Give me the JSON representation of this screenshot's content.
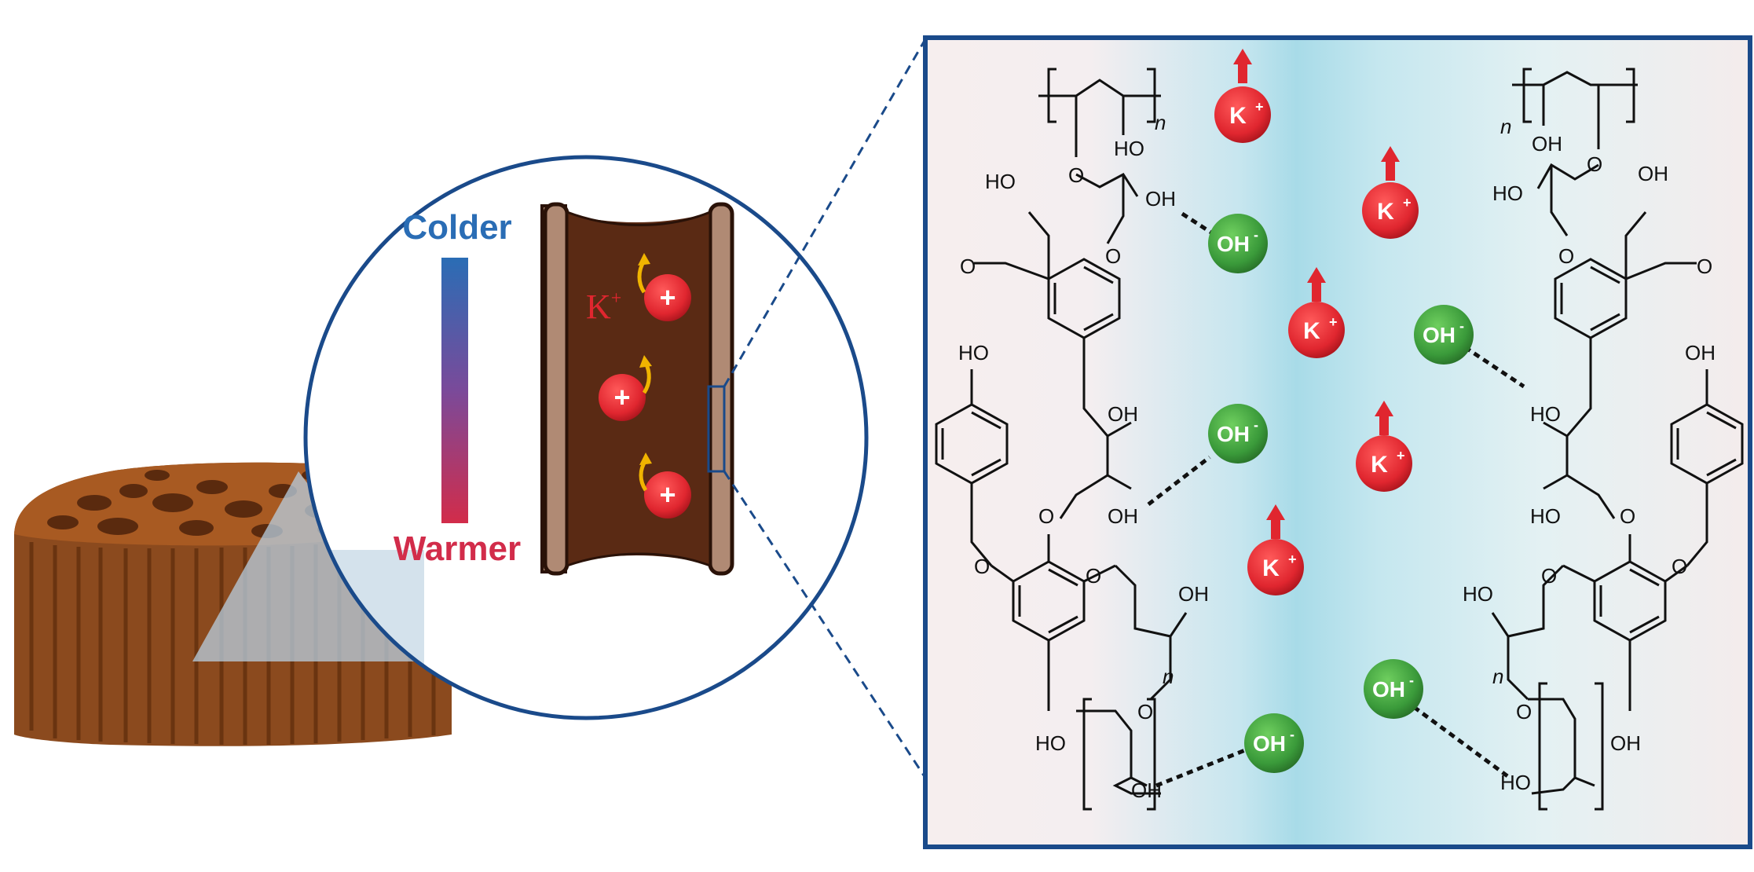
{
  "gradient": {
    "top_label": "Colder",
    "bottom_label": "Warmer",
    "top_color": "#2a6db5",
    "bottom_color": "#d22c4a"
  },
  "channel": {
    "ion_label": "K",
    "ion_sup": "+",
    "cation_symbol": "+"
  },
  "ions": {
    "cation_label": "K",
    "cation_sup": "+",
    "anion_label": "OH",
    "anion_sup": "-",
    "cation_color": "#e0262f",
    "anion_color": "#3a9a3a"
  },
  "chemistry": {
    "ho": "HO",
    "oh": "OH",
    "o": "O",
    "n": "n"
  },
  "colors": {
    "frame": "#1a4a8a",
    "wood": "#8b4a1e",
    "channel_wall": "#b08a74",
    "channel_inner": "#5a2a14",
    "cyan_band": "#a8dbe8"
  }
}
